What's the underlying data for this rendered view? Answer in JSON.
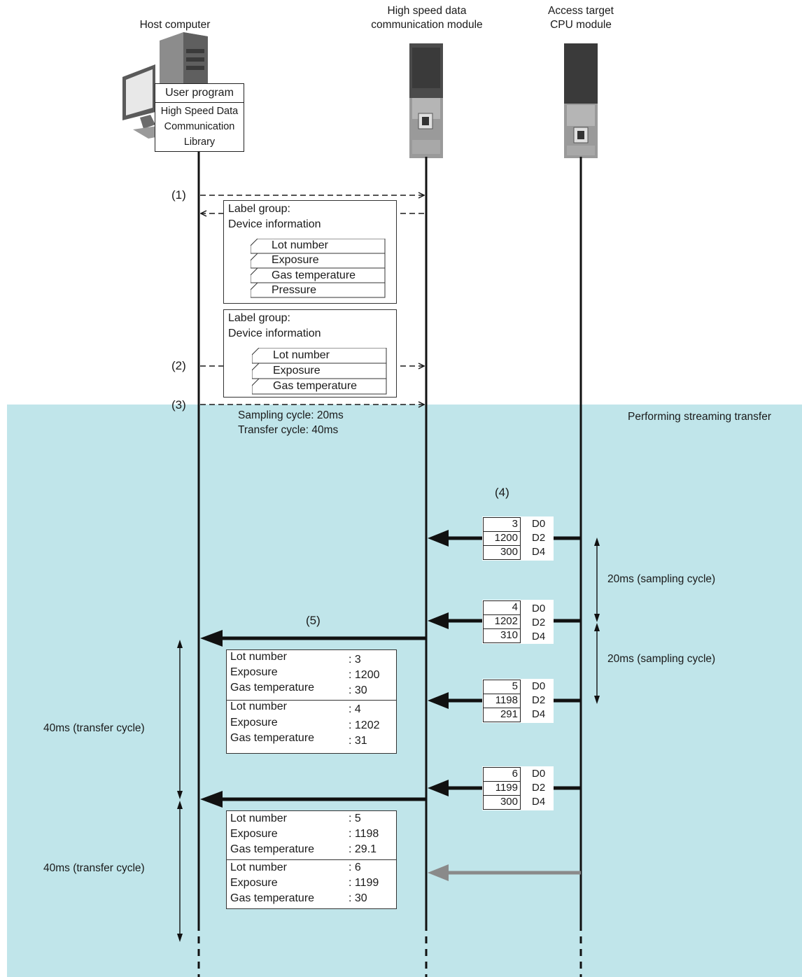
{
  "participants": {
    "host": "Host computer",
    "hsdcm_line1": "High speed data",
    "hsdcm_line2": "communication module",
    "cpu_line1": "Access target",
    "cpu_line2": "CPU module"
  },
  "host_box": {
    "user_program": "User program",
    "lib_line1": "High Speed Data",
    "lib_line2": "Communication",
    "lib_line3": "Library"
  },
  "steps": {
    "s1": "(1)",
    "s2": "(2)",
    "s3": "(3)",
    "s4": "(4)",
    "s5": "(5)"
  },
  "label_group_1": {
    "title_line1": "Label group:",
    "title_line2": "Device information",
    "labels": [
      "Lot number",
      "Exposure",
      "Gas temperature",
      "Pressure"
    ]
  },
  "label_group_2": {
    "title_line1": "Label group:",
    "title_line2": "Device information",
    "labels": [
      "Lot number",
      "Exposure",
      "Gas temperature"
    ]
  },
  "streaming": {
    "banner": "Performing streaming transfer",
    "sampling_cycle": "Sampling cycle: 20ms",
    "transfer_cycle": "Transfer cycle: 40ms"
  },
  "samples": [
    {
      "values": [
        "3",
        "1200",
        "300"
      ],
      "devices": [
        "D0",
        "D2",
        "D4"
      ]
    },
    {
      "values": [
        "4",
        "1202",
        "310"
      ],
      "devices": [
        "D0",
        "D2",
        "D4"
      ]
    },
    {
      "values": [
        "5",
        "1198",
        "291"
      ],
      "devices": [
        "D0",
        "D2",
        "D4"
      ]
    },
    {
      "values": [
        "6",
        "1199",
        "300"
      ],
      "devices": [
        "D0",
        "D2",
        "D4"
      ]
    }
  ],
  "intervals": {
    "sampling_1": "20ms (sampling cycle)",
    "sampling_2": "20ms (sampling cycle)",
    "transfer_1": "40ms (transfer cycle)",
    "transfer_2": "40ms (transfer cycle)"
  },
  "transfers": [
    {
      "records": [
        {
          "rows": [
            {
              "name": "Lot number",
              "value": ": 3"
            },
            {
              "name": "Exposure",
              "value": ": 1200"
            },
            {
              "name": "Gas temperature",
              "value": ": 30"
            }
          ]
        },
        {
          "rows": [
            {
              "name": "Lot number",
              "value": ": 4"
            },
            {
              "name": "Exposure",
              "value": ": 1202"
            },
            {
              "name": "Gas temperature",
              "value": ": 31"
            }
          ]
        }
      ]
    },
    {
      "records": [
        {
          "rows": [
            {
              "name": "Lot number",
              "value": ": 5"
            },
            {
              "name": "Exposure",
              "value": ": 1198"
            },
            {
              "name": "Gas temperature",
              "value": ": 29.1"
            }
          ]
        },
        {
          "rows": [
            {
              "name": "Lot number",
              "value": ": 6"
            },
            {
              "name": "Exposure",
              "value": ": 1199"
            },
            {
              "name": "Gas temperature",
              "value": ": 30"
            }
          ]
        }
      ]
    }
  ],
  "colors": {
    "streaming_bg": "#c0e5ea",
    "pending_arrow": "#8a8a8a"
  }
}
